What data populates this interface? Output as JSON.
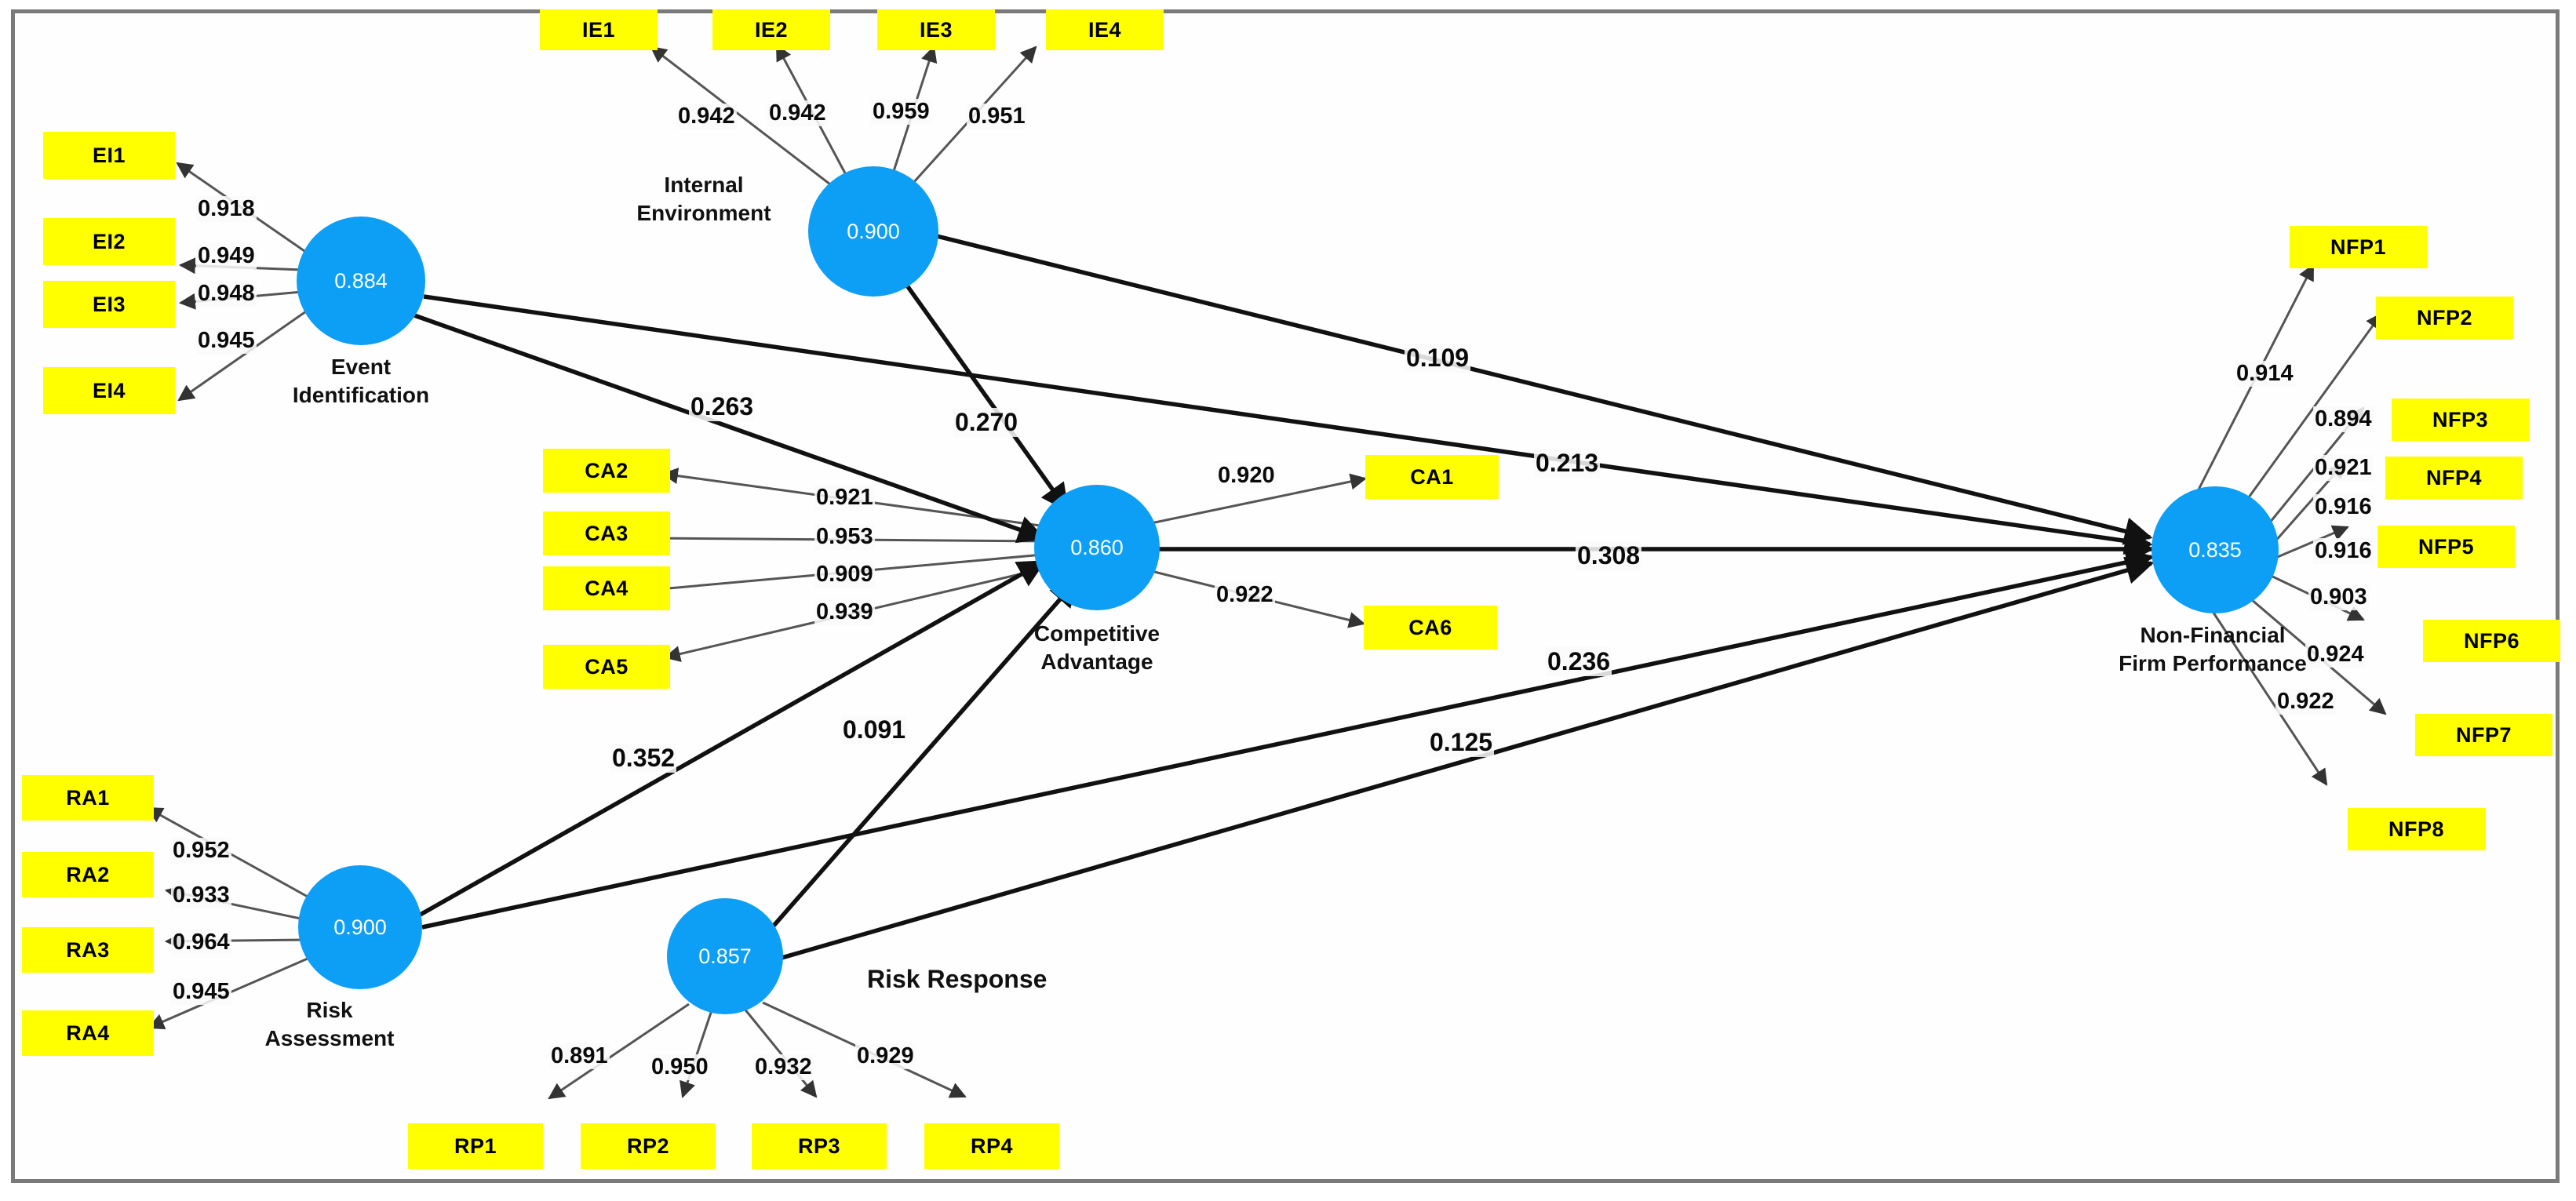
{
  "diagram": {
    "type": "sem-path-diagram",
    "colors": {
      "indicator_box": "#ffff00",
      "latent_circle": "#0d9ef5",
      "path_line": "#1a1a1a",
      "loading_line": "#555555",
      "frame_border": "#7a7a7a",
      "text": "#0a0a0a"
    },
    "constructs": [
      {
        "id": "EI",
        "label": "Event\nIdentification",
        "r2": "0.884",
        "indicators": [
          "EI1",
          "EI2",
          "EI3",
          "EI4"
        ],
        "loadings": [
          "0.918",
          "0.949",
          "0.948",
          "0.945"
        ]
      },
      {
        "id": "IE",
        "label": "Internal\nEnvironment",
        "r2": "0.900",
        "indicators": [
          "IE1",
          "IE2",
          "IE3",
          "IE4"
        ],
        "loadings": [
          "0.942",
          "0.942",
          "0.959",
          "0.951"
        ]
      },
      {
        "id": "RA",
        "label": "Risk\nAssessment",
        "r2": "0.900",
        "indicators": [
          "RA1",
          "RA2",
          "RA3",
          "RA4"
        ],
        "loadings": [
          "0.952",
          "0.933",
          "0.964",
          "0.945"
        ]
      },
      {
        "id": "RP",
        "label": "Risk Response",
        "r2": "0.857",
        "indicators": [
          "RP1",
          "RP2",
          "RP3",
          "RP4"
        ],
        "loadings": [
          "0.891",
          "0.950",
          "0.932",
          "0.929"
        ]
      },
      {
        "id": "CA",
        "label": "Competitive\nAdvantage",
        "r2": "0.860",
        "indicators": [
          "CA1",
          "CA2",
          "CA3",
          "CA4",
          "CA5",
          "CA6"
        ],
        "loadings": [
          "0.920",
          "0.921",
          "0.953",
          "0.909",
          "0.939",
          "0.922"
        ]
      },
      {
        "id": "NFP",
        "label": "Non-Financial\nFirm Performance",
        "r2": "0.835",
        "indicators": [
          "NFP1",
          "NFP2",
          "NFP3",
          "NFP4",
          "NFP5",
          "NFP6",
          "NFP7",
          "NFP8"
        ],
        "loadings": [
          "0.914",
          "0.894",
          "0.921",
          "0.916",
          "0.916",
          "0.903",
          "0.924",
          "0.922"
        ]
      }
    ],
    "structural_paths": [
      {
        "from": "EI",
        "to": "CA",
        "coefficient": "0.263"
      },
      {
        "from": "IE",
        "to": "CA",
        "coefficient": "0.270"
      },
      {
        "from": "RA",
        "to": "CA",
        "coefficient": "0.352"
      },
      {
        "from": "RP",
        "to": "CA",
        "coefficient": "0.091"
      },
      {
        "from": "IE",
        "to": "NFP",
        "coefficient": "0.109"
      },
      {
        "from": "EI",
        "to": "NFP",
        "coefficient": "0.213"
      },
      {
        "from": "CA",
        "to": "NFP",
        "coefficient": "0.308"
      },
      {
        "from": "RA",
        "to": "NFP",
        "coefficient": "0.236"
      },
      {
        "from": "RP",
        "to": "NFP",
        "coefficient": "0.125"
      }
    ]
  }
}
